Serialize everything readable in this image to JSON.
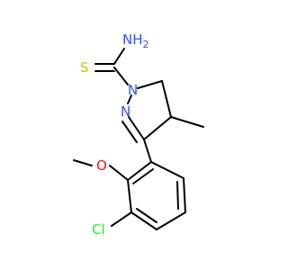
{
  "colors": {
    "bond": "#000000",
    "carbon": "#000000",
    "nitrogen": "#3050F8",
    "oxygen": "#FF0D0D",
    "sulfur": "#C8C800",
    "chlorine": "#1FF01F"
  },
  "atoms": {
    "nh2": "NH",
    "nh2_sub": "2",
    "s": "S",
    "n1": "N",
    "n2": "N",
    "o": "O",
    "cl": "Cl"
  }
}
